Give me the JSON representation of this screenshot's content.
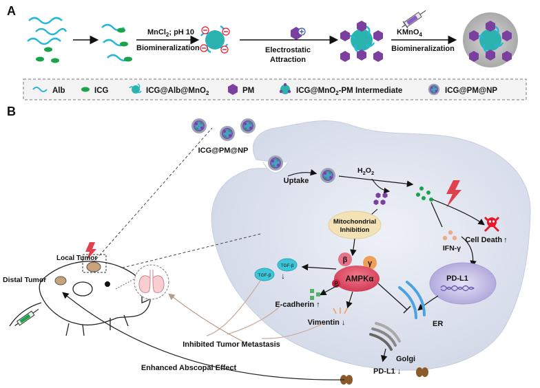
{
  "panel_a": {
    "label": "A",
    "step1_line1": "MnCl",
    "step1_sub": "2",
    "step1_rest": "; pH 10",
    "step1_line2": "Biomineralization",
    "step2_line1": "Electrostatic",
    "step2_line2": "Attraction",
    "step3_line1": "KMnO",
    "step3_sub": "4",
    "step3_line2": "Biomineralization"
  },
  "legend": {
    "alb": "Alb",
    "icg": "ICG",
    "icg_alb_mno2": "ICG@Alb@MnO",
    "icg_alb_mno2_sub": "2",
    "pm": "PM",
    "intermediate_a": "ICG@MnO",
    "intermediate_sub": "2",
    "intermediate_b": "-PM Intermediate",
    "icg_pm_np": "ICG@PM@NP"
  },
  "panel_b": {
    "label": "B",
    "nanoparticle": "ICG@PM@NP",
    "uptake": "Uptake",
    "h2o2_h": "H",
    "h2o2_2a": "2",
    "h2o2_o": "O",
    "h2o2_2b": "2",
    "mito_line1": "Mitochondrial",
    "mito_line2": "Inhibition",
    "ifn": "IFN-γ",
    "cell_death": "Cell Death",
    "pd_l1_ellipse": "PD-L1",
    "beta": "β",
    "gamma": "γ",
    "ampk": "AMPKα",
    "p": "P",
    "tgf1": "TGF-β",
    "tgf2": "TGF-β",
    "ecadherin": "E-cadherin",
    "vimentin": "Vimentin",
    "er": "ER",
    "golgi": "Golgi",
    "pd_l1_down": "PD-L1",
    "local_tumor": "Local Tumor",
    "distal_tumor": "Distal Tumor",
    "inhibited_metastasis": "Inhibited Tumor Metastasis",
    "abscopal": "Enhanced Abscopal Effect",
    "up_arrow": "↑",
    "down_arrow": "↓"
  },
  "colors": {
    "alb": "#29b6d9",
    "icg": "#1aa34a",
    "pm": "#7b3fa0",
    "cell": "#dfe4ef",
    "ampk": "#e0536a",
    "cell_death": "#e8172b",
    "er": "#4aa3df",
    "ellipse": "#c9c3e6"
  }
}
